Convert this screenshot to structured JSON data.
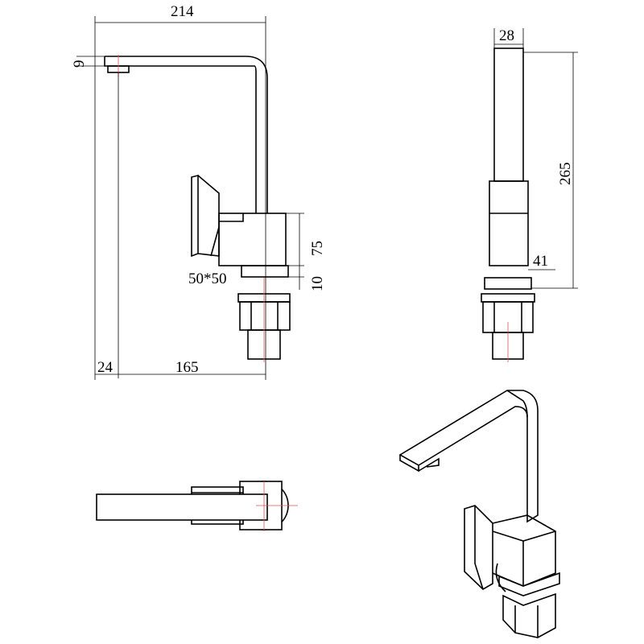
{
  "dimensions": {
    "overall_width": "214",
    "spout_thickness": "9",
    "body_height": "75",
    "base_height": "10",
    "body_section": "50*50",
    "offset": "24",
    "reach": "165",
    "spout_width": "28",
    "total_height": "265",
    "body_depth": "41"
  },
  "colors": {
    "line": "#000000",
    "centerline": "#e05050"
  }
}
